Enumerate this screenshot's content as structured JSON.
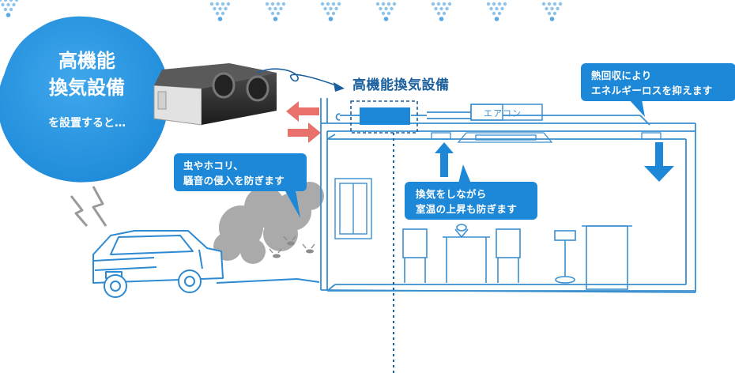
{
  "headline": {
    "line1": "高機能",
    "line2": "換気設備",
    "line3": "を設置すると…"
  },
  "device_title": "高機能換気設備",
  "aircon_label": "エアコン",
  "callouts": {
    "heat_recovery": [
      "熱回収により",
      "エネルギーロスを抑えます"
    ],
    "insects_dust": [
      "虫やホコリ、",
      "騒音の侵入を防ぎます"
    ],
    "ventilation": [
      "換気をしながら",
      "室温の上昇も防ぎます"
    ]
  },
  "colors": {
    "primary_blue": "#1e88d8",
    "dark_blue": "#1a5f9e",
    "line_blue": "#3a8fcf",
    "arrow_red": "#e8716b",
    "smoke_gray": "#9a9a9a",
    "dot_blue": "#8fc4ea"
  }
}
